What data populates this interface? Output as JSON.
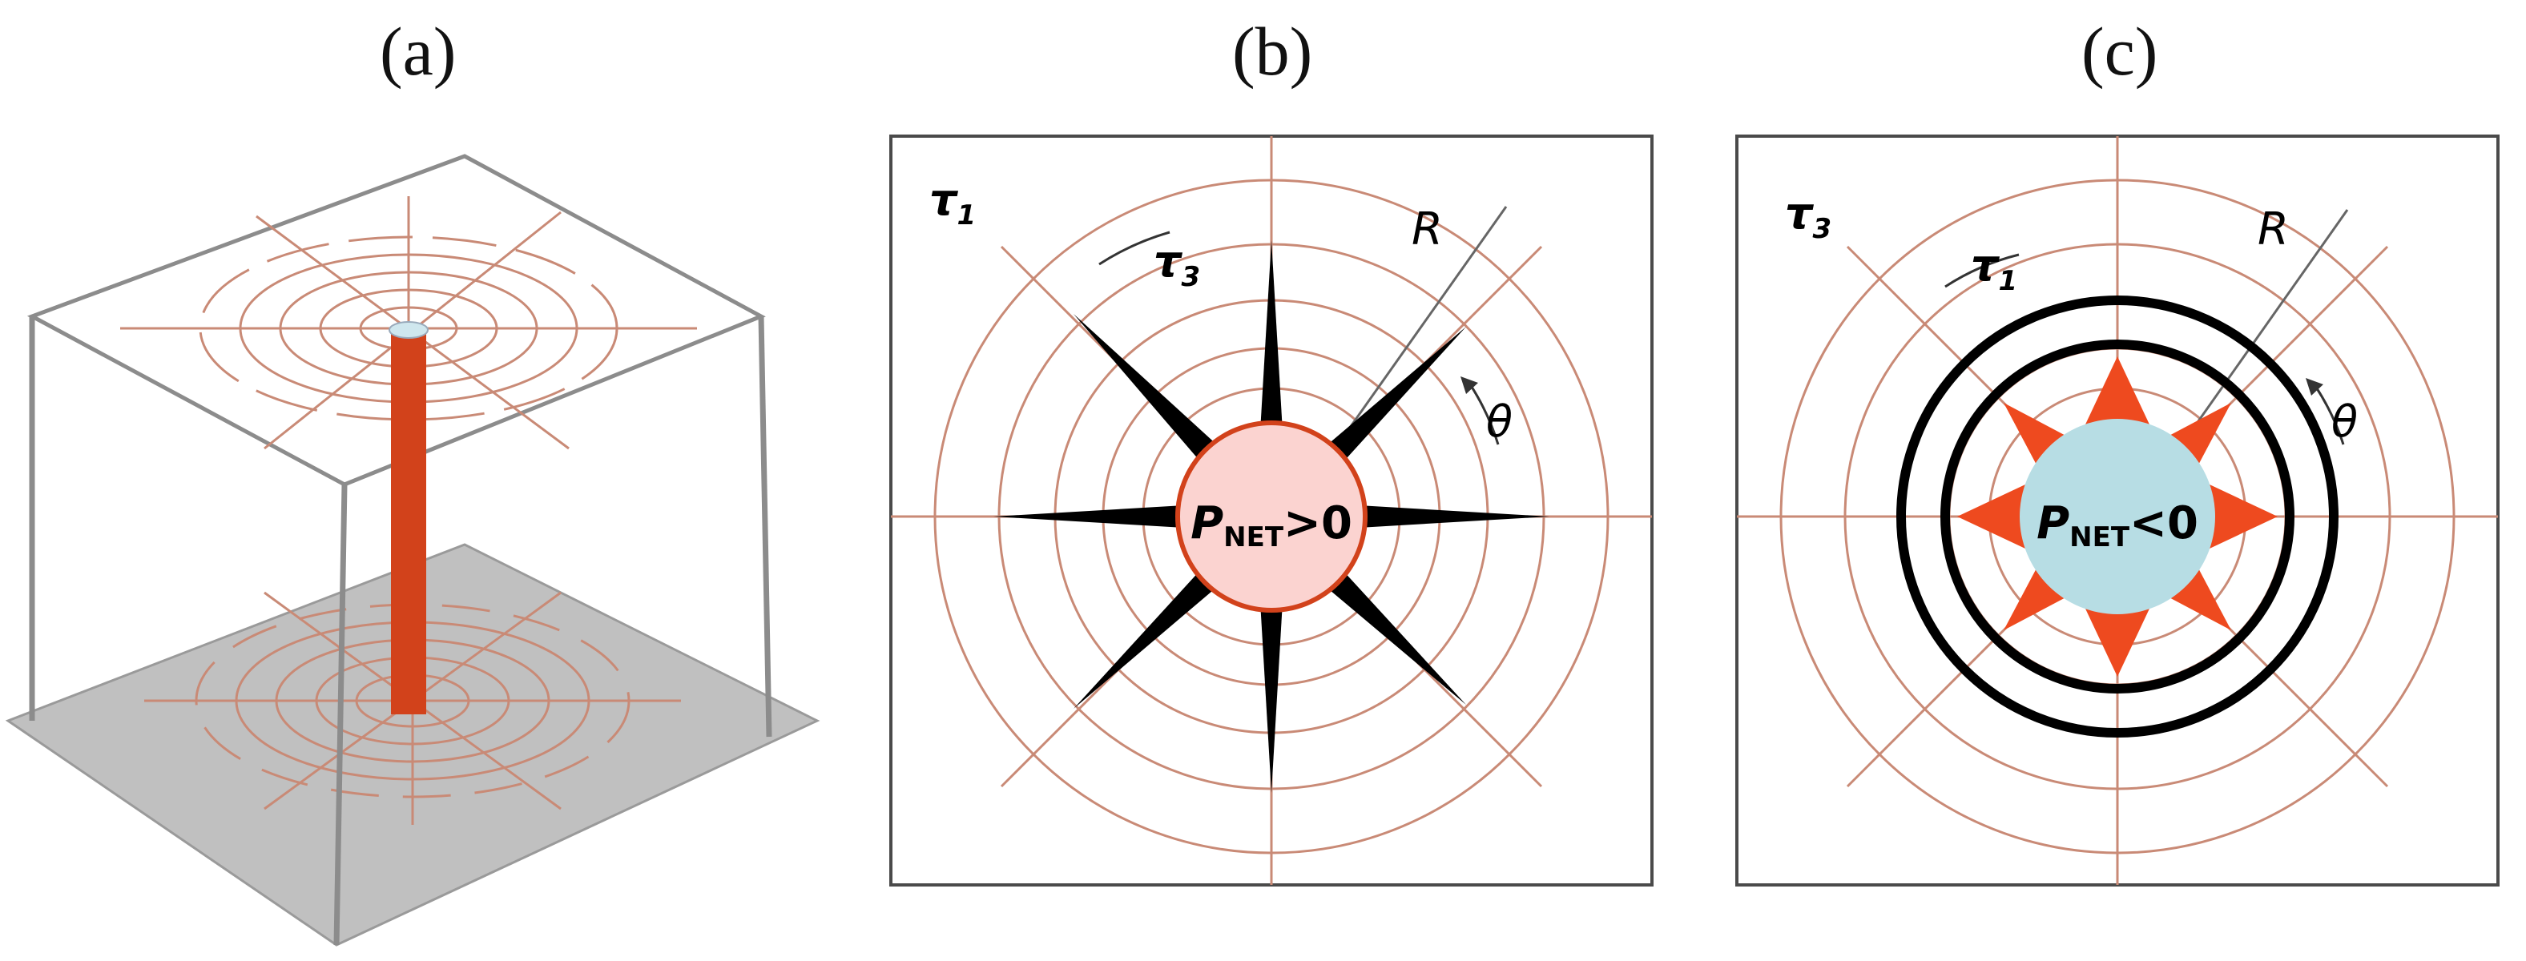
{
  "panels": {
    "a": {
      "label": "(a)"
    },
    "b": {
      "label": "(b)",
      "outer_stress_label_main": "τ",
      "outer_stress_label_sub": "1",
      "inner_stress_label_main": "τ",
      "inner_stress_label_sub": "3",
      "radius_label": "R",
      "angle_label": "θ",
      "center_p": "P",
      "center_sub": "NET",
      "center_rel": ">0"
    },
    "c": {
      "label": "(c)",
      "outer_stress_label_main": "τ",
      "outer_stress_label_sub": "3",
      "inner_stress_label_main": "τ",
      "inner_stress_label_sub": "1",
      "radius_label": "R",
      "angle_label": "θ",
      "center_p": "P",
      "center_sub": "NET",
      "center_rel": "<0"
    }
  },
  "colors": {
    "grid": "#c98a76",
    "wellbore": "#d2421b",
    "compression_fill": "#ee4a1f",
    "positive_pressure_fill": "#fbd3d0",
    "negative_pressure_fill": "#b7dde4",
    "tension_spikes": "#000000",
    "floor": "#c0c0c0"
  }
}
